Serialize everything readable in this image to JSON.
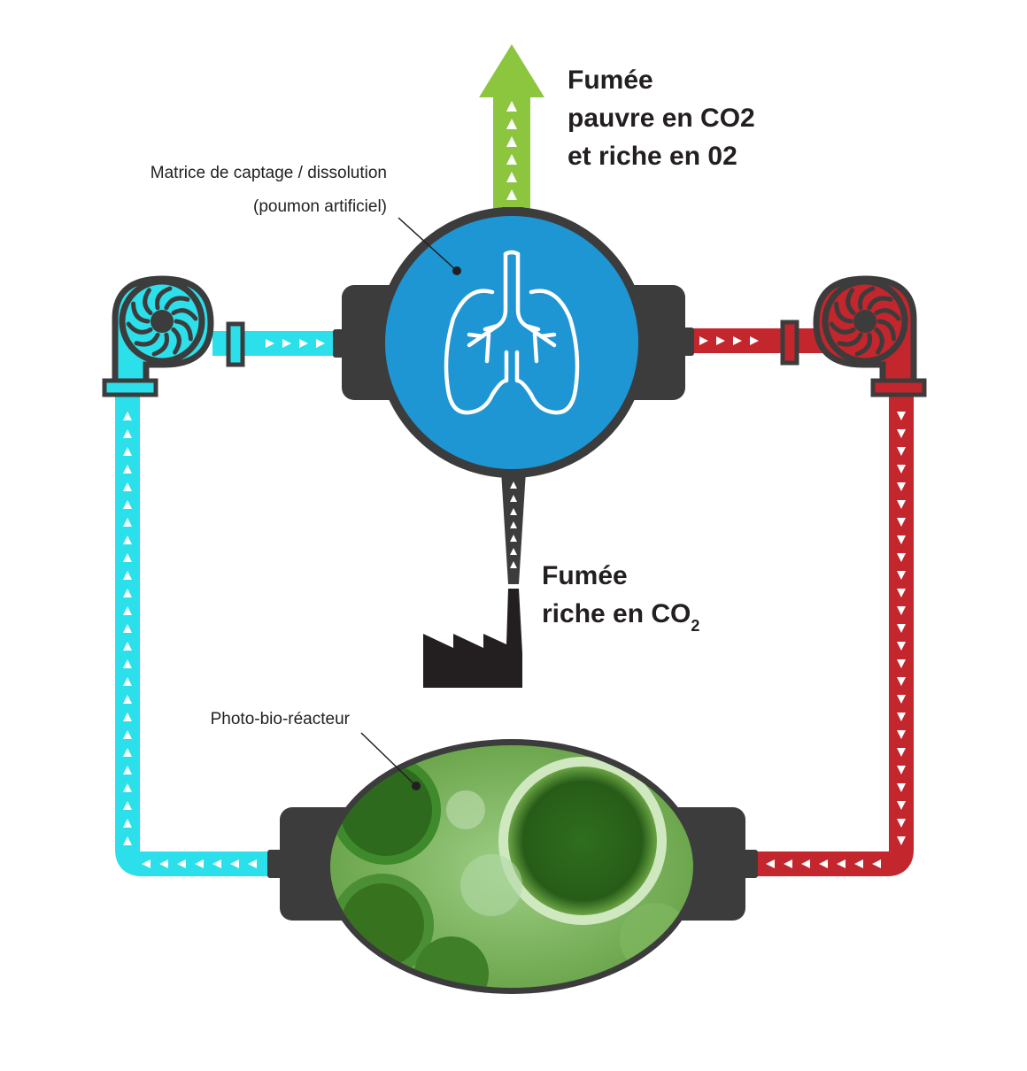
{
  "labels": {
    "top_output_line1": "Fumée",
    "top_output_line2": "pauvre en CO2",
    "top_output_line3": "et riche en 02",
    "matrix_line1": "Matrice de captage / dissolution",
    "matrix_line2": "(poumon artificiel)",
    "input_line1": "Fumée",
    "input_line2_main": "riche en CO",
    "input_line2_sub": "2",
    "reactor": "Photo-bio-réacteur"
  },
  "colors": {
    "cyan_loop": "#2be0ea",
    "red_loop": "#c3262c",
    "green_output": "#8cc63f",
    "lung_blue": "#1e96d4",
    "body_dark": "#3c3c3c",
    "factory": "#231f20"
  },
  "icons": {
    "lungs": "lungs-icon",
    "factory": "factory-icon",
    "pump": "pump-impeller-icon",
    "algae": "algae-cells-image"
  }
}
